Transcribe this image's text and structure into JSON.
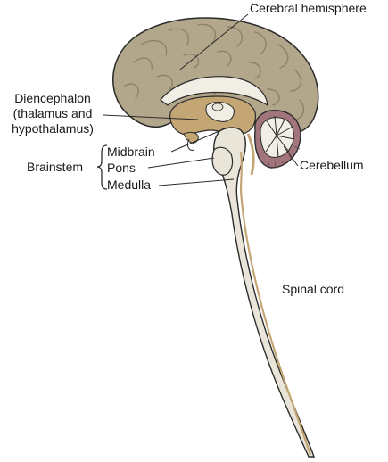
{
  "labels": {
    "cerebral_hemisphere": "Cerebral hemisphere",
    "diencephalon_line1": "Diencephalon",
    "diencephalon_line2": "(thalamus and",
    "diencephalon_line3": "hypothalamus)",
    "brainstem": "Brainstem",
    "midbrain": "Midbrain",
    "pons": "Pons",
    "medulla": "Medulla",
    "cerebellum": "Cerebellum",
    "spinal_cord": "Spinal cord"
  },
  "colors": {
    "cerebrum": "#b3a78b",
    "cerebrum_dark": "#8d8168",
    "inner_tan": "#c4a675",
    "ventricle": "#f1efe5",
    "brainstem": "#e9e6d9",
    "cerebellum_purple": "#a2757c",
    "outline": "#2b2b2b"
  }
}
